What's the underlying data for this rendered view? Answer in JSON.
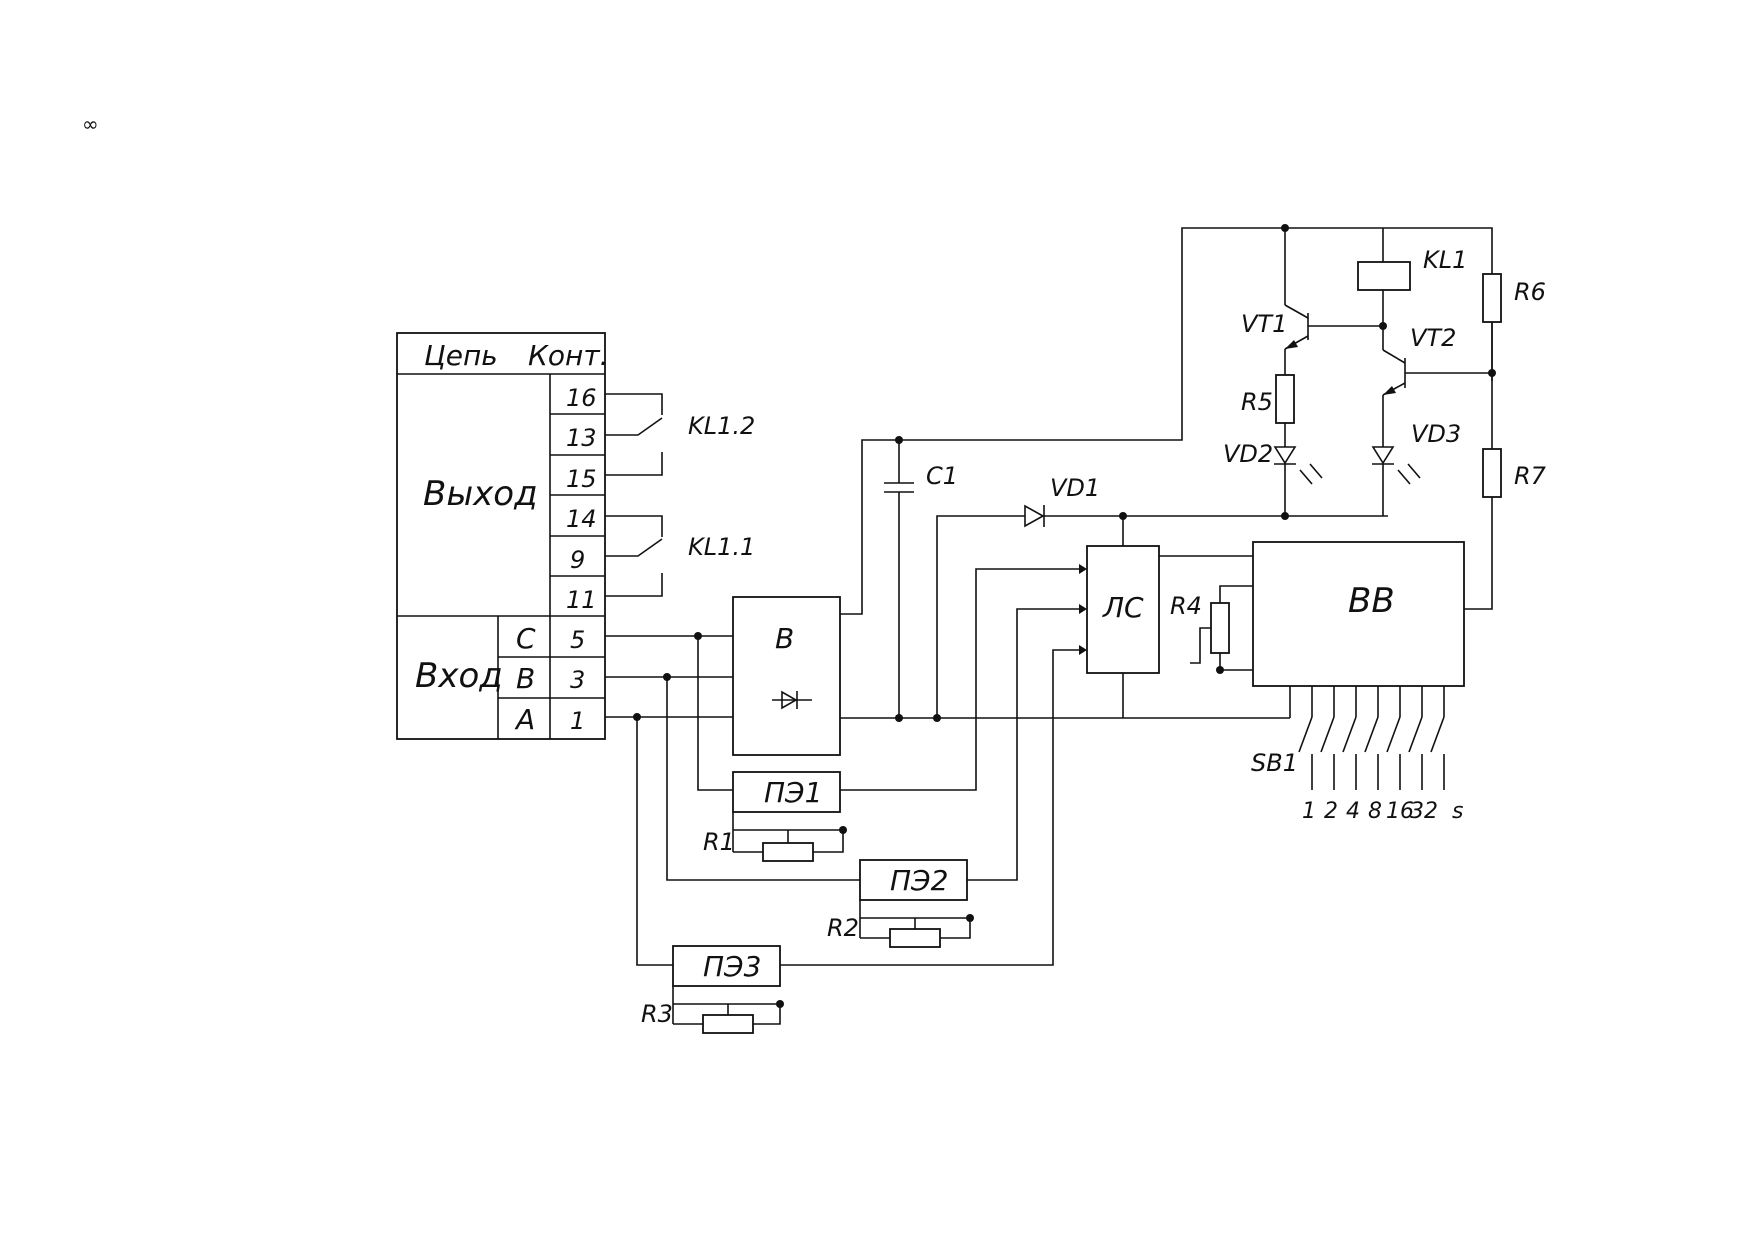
{
  "page_mark": "∞",
  "table": {
    "header_circuit": "Цепь",
    "header_contact": "Конт.",
    "output_label": "Выход",
    "input_label": "Вход",
    "output_contacts": [
      "16",
      "13",
      "15",
      "14",
      "9",
      "11"
    ],
    "input_rows": [
      {
        "phase": "C",
        "contact": "5"
      },
      {
        "phase": "B",
        "contact": "3"
      },
      {
        "phase": "A",
        "contact": "1"
      }
    ]
  },
  "labels": {
    "kl12": "KL1.2",
    "kl11": "KL1.1",
    "c1": "C1",
    "vd1": "VD1",
    "vd2": "VD2",
    "vd3": "VD3",
    "vt1": "VT1",
    "vt2": "VT2",
    "kl1": "KL1",
    "r1": "R1",
    "r2": "R2",
    "r3": "R3",
    "r4": "R4",
    "r5": "R5",
    "r6": "R6",
    "r7": "R7",
    "sb1": "SB1",
    "block_v": "В",
    "block_ls": "ЛС",
    "block_vv": "ВВ",
    "pe1": "ПЭ1",
    "pe2": "ПЭ2",
    "pe3": "ПЭ3"
  },
  "switch_weights": [
    "1",
    "2",
    "4",
    "8",
    "16",
    "32",
    "s"
  ]
}
